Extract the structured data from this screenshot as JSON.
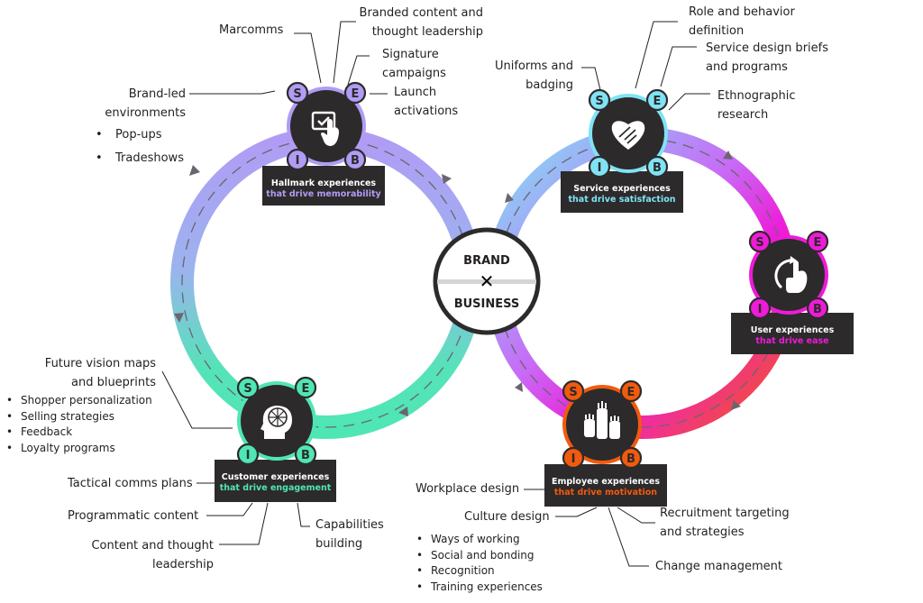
{
  "hub": {
    "top": "BRAND",
    "bottom": "BUSINESS",
    "symbol": "✕"
  },
  "colors": {
    "hallmark": "#b09cf5",
    "service": "#7fe3f5",
    "user": "#ee1bd8",
    "employee": "#f25a0e",
    "customer": "#4fe6b5",
    "dark": "#2d2a2b",
    "arrow": "#6b6570"
  },
  "node_letters": [
    "S",
    "E",
    "I",
    "B"
  ],
  "nodes": [
    {
      "id": "hallmark",
      "icon": "touch-checkbox-icon",
      "title": "Hallmark experiences",
      "subtitle": "that drive memorability"
    },
    {
      "id": "service",
      "icon": "heart-handshake-icon",
      "title": "Service experiences",
      "subtitle": "that drive satisfaction"
    },
    {
      "id": "user",
      "icon": "rotate-gesture-icon",
      "title": "User experiences",
      "subtitle": "that drive ease"
    },
    {
      "id": "employee",
      "icon": "raised-hands-icon",
      "title": "Employee experiences",
      "subtitle": "that drive motivation"
    },
    {
      "id": "customer",
      "icon": "head-mind-icon",
      "title": "Customer experiences",
      "subtitle": "that drive engagement"
    }
  ],
  "labels": {
    "hallmark": {
      "marcomms": "Marcomms",
      "branded_content": [
        "Branded content and",
        "thought leadership"
      ],
      "signature": [
        "Signature",
        "campaigns"
      ],
      "launch": [
        "Launch",
        "activations"
      ],
      "environments": [
        "Brand-led",
        "environments"
      ],
      "environments_bullets": [
        "Pop-ups",
        "Tradeshows"
      ]
    },
    "service": {
      "uniforms": [
        "Uniforms and",
        "badging"
      ],
      "role": [
        "Role and behavior",
        "definition"
      ],
      "briefs": [
        "Service design briefs",
        "and programs"
      ],
      "ethnographic": [
        "Ethnographic",
        "research"
      ]
    },
    "customer": {
      "future": [
        "Future vision maps",
        "and blueprints"
      ],
      "future_bullets": [
        "Shopper personalization",
        "Selling strategies",
        "Feedback",
        "Loyalty programs"
      ],
      "tactical": "Tactical comms plans",
      "programmatic": "Programmatic content",
      "content": [
        "Content and thought",
        "leadership"
      ],
      "capabilities": [
        "Capabilities",
        "building"
      ]
    },
    "employee": {
      "workplace": "Workplace design",
      "culture": "Culture design",
      "culture_bullets": [
        "Ways of working",
        "Social and bonding",
        "Recognition",
        "Training experiences"
      ],
      "recruitment": [
        "Recruitment targeting",
        "and strategies"
      ],
      "change": "Change management"
    }
  }
}
